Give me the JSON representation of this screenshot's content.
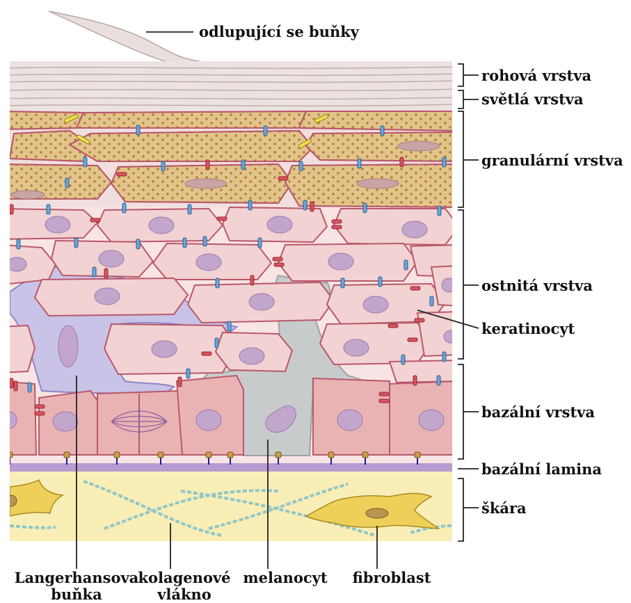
{
  "labels": {
    "shedding_cells": "odlupující se buňky",
    "stratum_corneum": "rohová vrstva",
    "stratum_lucidum": "světlá vrstva",
    "stratum_granulosum": "granulární vrstva",
    "stratum_spinosum": "ostnitá vrstva",
    "keratinocyte": "keratinocyt",
    "stratum_basale": "bazální vrstva",
    "basal_lamina": "bazální lamina",
    "dermis": "škára"
  },
  "bottom_labels": {
    "langerhans_line1": "Langerhansova",
    "langerhans_line2": "buňka",
    "collagen_line1": "kolagenové",
    "collagen_line2": "vlákno",
    "melanocyte": "melanocyt",
    "fibroblast": "fibroblast"
  },
  "colors": {
    "corneum": "#e9dfdc",
    "granular": "#e2c48a",
    "spinous_cell": "#f2d2d2",
    "cell_border": "#b9586a",
    "nucleus": "#c2a6cc",
    "langerhans": "#c9c3e8",
    "melanocyte": "#c8cbcc",
    "basal_lamina": "#b79ad0",
    "dermis": "#f9eeb6",
    "fibroblast": "#eecf5a",
    "collagen": "#8fc6c8"
  }
}
